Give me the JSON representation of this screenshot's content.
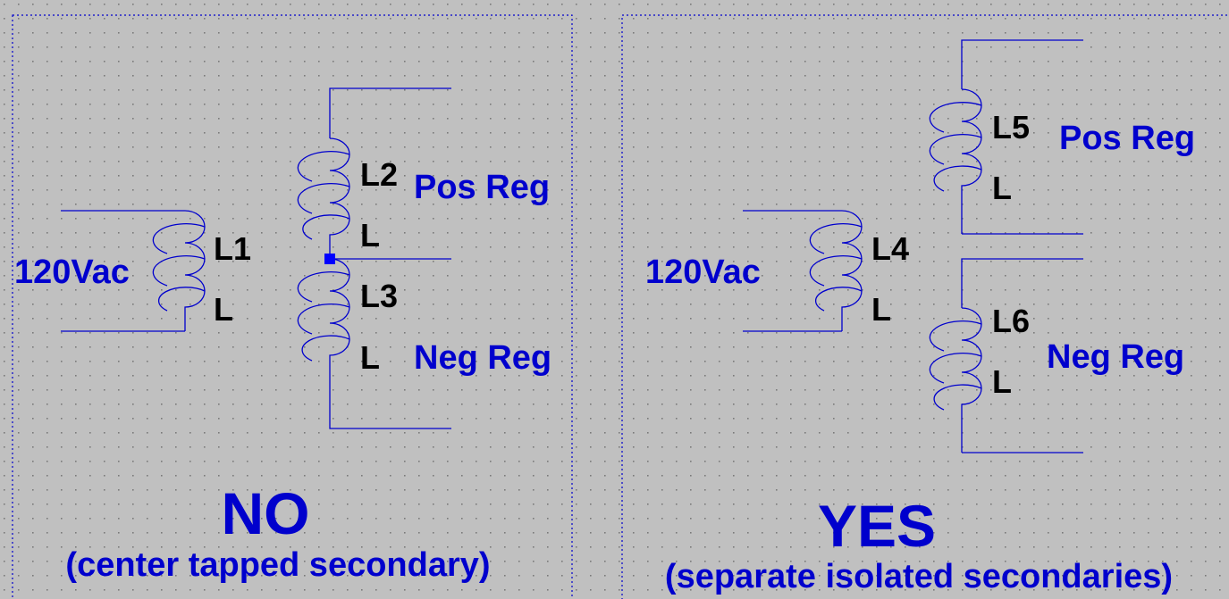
{
  "colors": {
    "background": "#c0c0c0",
    "wire": "#0000cd",
    "component_label": "#000000",
    "net_label": "#0000cd",
    "grid_dot": "#808080",
    "frame": "#0000cd"
  },
  "left": {
    "input_label": "120Vac",
    "primary": {
      "name": "L1",
      "value": "L"
    },
    "secondary_top": {
      "name": "L2",
      "value": "L"
    },
    "secondary_bottom": {
      "name": "L3",
      "value": "L"
    },
    "pos_label": "Pos Reg",
    "neg_label": "Neg Reg",
    "verdict": "NO",
    "caption": "(center tapped secondary)"
  },
  "right": {
    "input_label": "120Vac",
    "primary": {
      "name": "L4",
      "value": "L"
    },
    "secondary_top": {
      "name": "L5",
      "value": "L"
    },
    "secondary_bottom": {
      "name": "L6",
      "value": "L"
    },
    "pos_label": "Pos Reg",
    "neg_label": "Neg Reg",
    "verdict": "YES",
    "caption": "(separate isolated secondaries)"
  }
}
